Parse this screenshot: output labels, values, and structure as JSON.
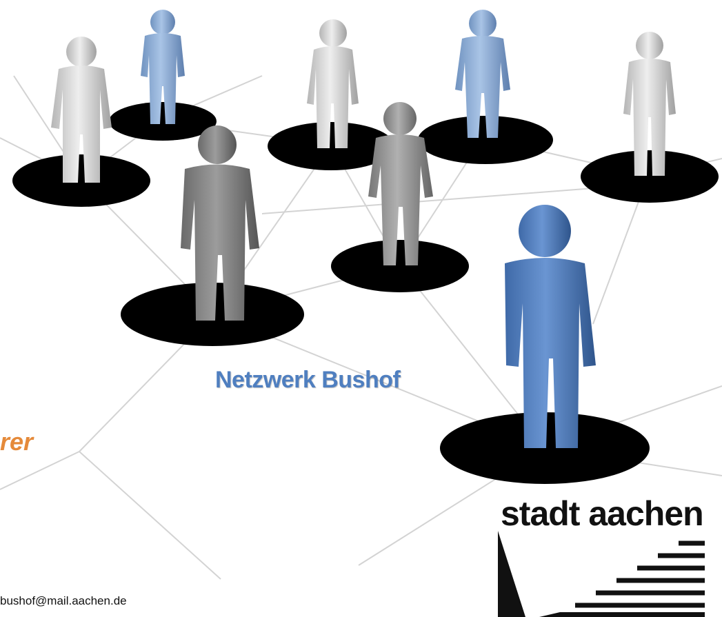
{
  "network_label": "Netzwerk Bushof",
  "partial_label": "rer",
  "contact_email": "bushof@mail.aachen.de",
  "logo": {
    "text": "stadt aachen"
  },
  "colors": {
    "accent_blue": "#4f7fc0",
    "accent_orange": "#e58a3a",
    "figure_blue": "#5b86c5",
    "figure_light_blue": "#8fb0db",
    "figure_gray": "#8a8a8a",
    "figure_light": "#d8d8d8",
    "disc": "#000000"
  },
  "icons": [
    "person-figure-icon",
    "city-logo-icon"
  ]
}
